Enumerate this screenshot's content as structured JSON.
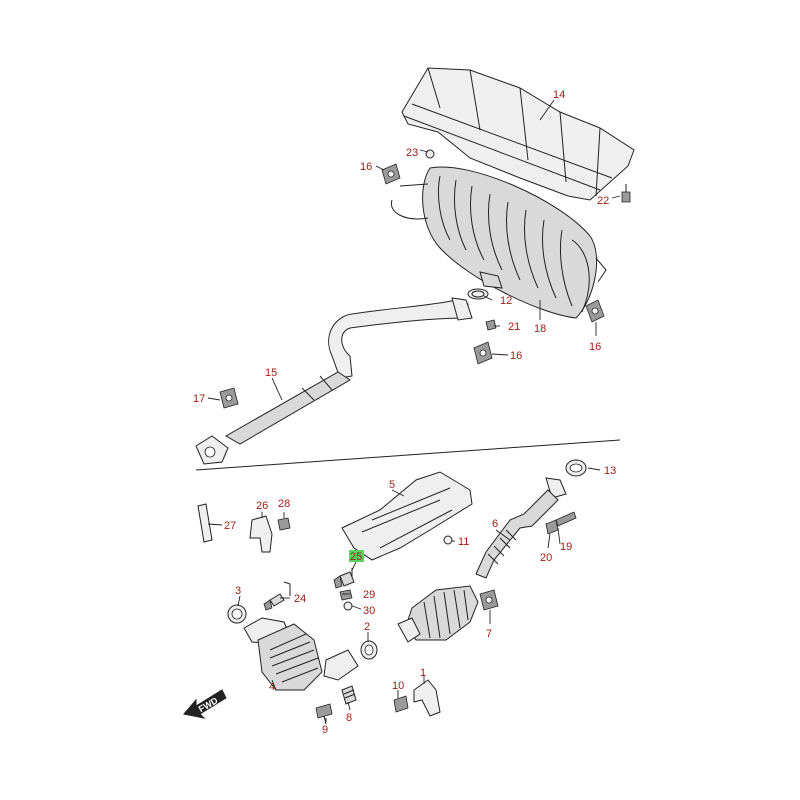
{
  "diagram": {
    "callouts": {
      "p1": "1",
      "p2": "2",
      "p3": "3",
      "p4": "4",
      "p5": "5",
      "p6": "6",
      "p7": "7",
      "p8": "8",
      "p9": "9",
      "p10": "10",
      "p11": "11",
      "p12": "12",
      "p13": "13",
      "p14": "14",
      "p15": "15",
      "p16a": "16",
      "p16b": "16",
      "p16c": "16",
      "p17": "17",
      "p18": "18",
      "p19": "19",
      "p20": "20",
      "p21": "21",
      "p22": "22",
      "p23": "23",
      "p24": "24",
      "p25": "25",
      "p26": "26",
      "p27": "27",
      "p28": "28",
      "p29": "29",
      "p30": "30"
    },
    "highlighted_part": "25",
    "highlight_color": "#5ed15e",
    "callout_color": "#9b1c14",
    "fwd_label": "FWD"
  }
}
